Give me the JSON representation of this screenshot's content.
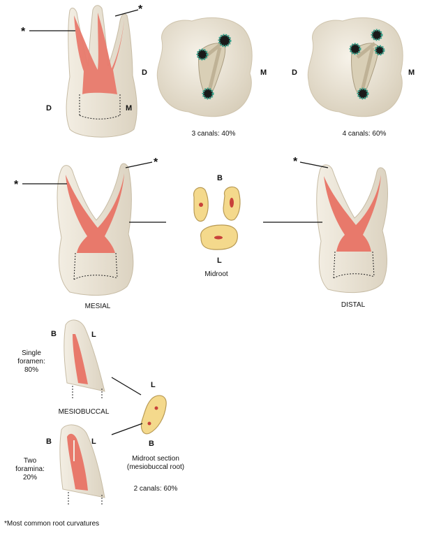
{
  "labels": {
    "asterisk": "*",
    "distal_abbrev": "D",
    "mesial_abbrev": "M",
    "buccal_abbrev": "B",
    "lingual_abbrev": "L",
    "canals_3": "3 canals: 40%",
    "canals_4": "4 canals: 60%",
    "midroot": "Midroot",
    "mesial": "MESIAL",
    "distal": "DISTAL",
    "single_foramen_line1": "Single",
    "single_foramen_line2": "foramen:",
    "single_foramen_line3": "80%",
    "mesiobuccal": "MESIOBUCCAL",
    "two_foramina_line1": "Two",
    "two_foramina_line2": "foramina:",
    "two_foramina_line3": "20%",
    "midroot_section_line1": "Midroot section",
    "midroot_section_line2": "(mesiobuccal root)",
    "canals_2": "2 canals: 60%",
    "footnote": "*Most common root curvatures"
  },
  "colors": {
    "tooth": "#ece5d6",
    "tooth_shade": "#d9d0bd",
    "pulp": "#e8796b",
    "section_fill": "#f4d98c",
    "section_outline": "#b89a55",
    "canal_orifice": "#3aa38c",
    "line": "#111111"
  }
}
